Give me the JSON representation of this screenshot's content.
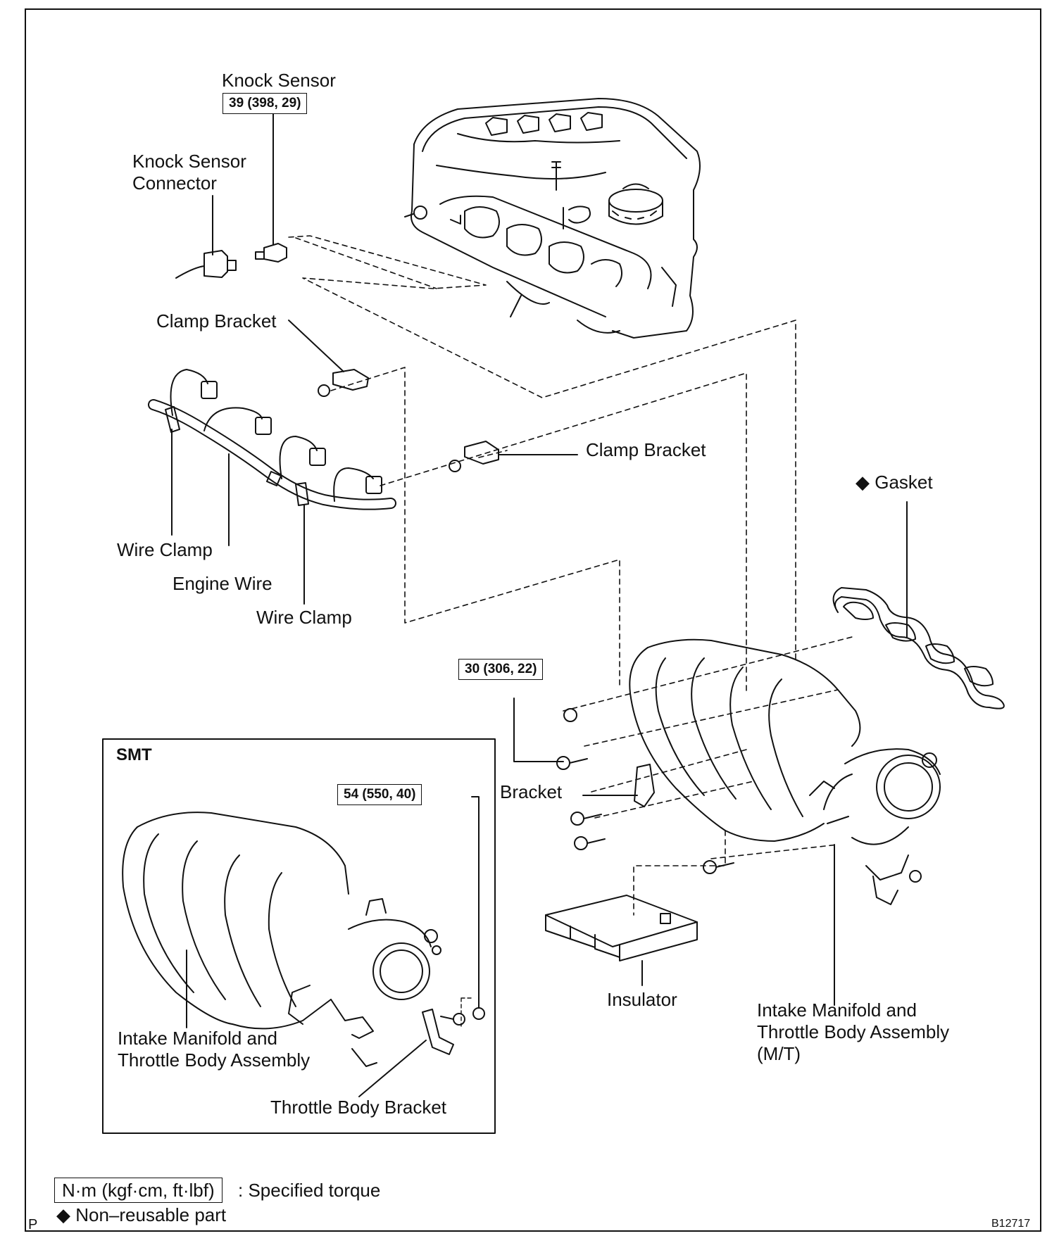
{
  "labels": {
    "knock_sensor": "Knock Sensor",
    "knock_sensor_torque": "39 (398, 29)",
    "knock_sensor_connector_1": "Knock Sensor",
    "knock_sensor_connector_2": "Connector",
    "clamp_bracket_top": "Clamp Bracket",
    "clamp_bracket_mid": "Clamp Bracket",
    "gasket": "Gasket",
    "wire_clamp_left": "Wire Clamp",
    "engine_wire": "Engine Wire",
    "wire_clamp_right": "Wire Clamp",
    "manifold_torque": "30 (306, 22)",
    "bracket": "Bracket",
    "insulator": "Insulator",
    "mt_assembly_1": "Intake Manifold and",
    "mt_assembly_2": "Throttle Body Assembly",
    "mt_assembly_3": "(M/T)"
  },
  "smt": {
    "title": "SMT",
    "torque": "54 (550, 40)",
    "assembly_1": "Intake Manifold and",
    "assembly_2": "Throttle Body Assembly",
    "bracket": "Throttle Body Bracket"
  },
  "legend": {
    "unit": "N·m (kgf·cm, ft·lbf)",
    "torque_text": ": Specified torque",
    "diamond": "◆",
    "non_reusable": "Non–reusable part"
  },
  "footer": {
    "corner": "P",
    "figure_code": "B12717"
  }
}
